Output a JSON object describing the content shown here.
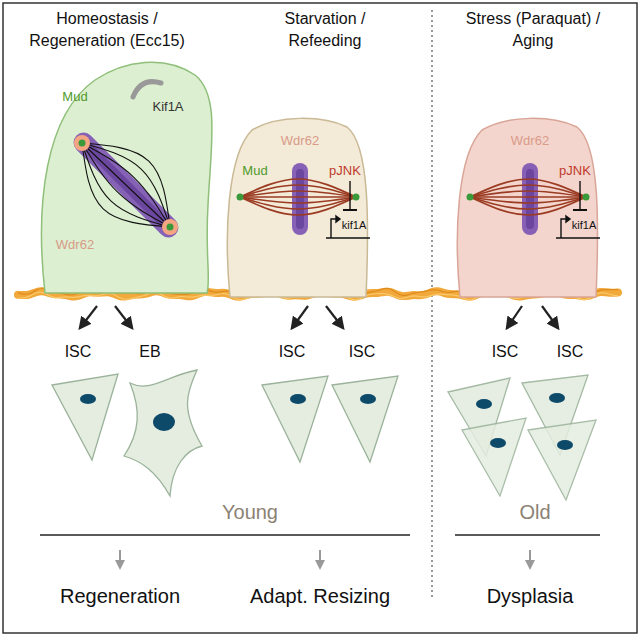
{
  "diagram": {
    "nodes": [
      {
        "text": [
          "Mud",
          "Kif1A",
          "Wdr62"
        ]
      },
      {
        "text": [
          "Wdr62",
          "Mud",
          "pJNK",
          "kif1A"
        ]
      },
      {
        "text": [
          "Wdr62",
          "pJNK",
          "kif1A"
        ]
      }
    ],
    "labels": [
      "Homeostasis / Regeneration (Ecc15)",
      "Starvation / Refeeding",
      "Stress (Paraquat) / Aging",
      "ISC",
      "EB",
      "ISC",
      "ISC",
      "ISC",
      "ISC",
      "Young",
      "Old",
      "Regeneration",
      "Adapt. Resizing",
      "Dysplasia"
    ]
  }
}
